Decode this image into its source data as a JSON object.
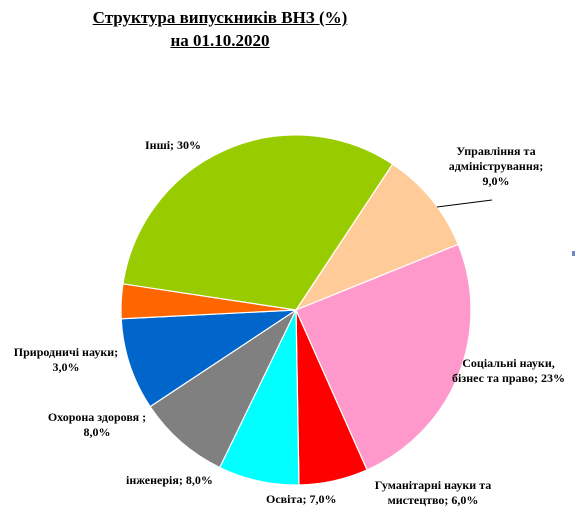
{
  "chart_data": {
    "type": "pie",
    "title": [
      "Структура випускників ВНЗ (%)",
      "на 01.10.2020"
    ],
    "slices": [
      {
        "label": [
          "Управління та",
          "адміністрування;",
          "9,0%"
        ],
        "value": 9.0,
        "color": "#FFCC99"
      },
      {
        "label": [
          "Соціальні науки,",
          "бізнес та право; 23%"
        ],
        "value": 23.0,
        "color": "#FF99CC"
      },
      {
        "label": [
          "Гуманітарні науки та",
          "мистецтво; 6,0%"
        ],
        "value": 6.0,
        "color": "#FF0000"
      },
      {
        "label": [
          "Освіта; 7,0%"
        ],
        "value": 7.0,
        "color": "#00FFFF"
      },
      {
        "label": [
          "інженерія; 8,0%"
        ],
        "value": 8.0,
        "color": "#808080"
      },
      {
        "label": [
          "Охорона здоровя ;",
          "8,0%"
        ],
        "value": 8.0,
        "color": "#0066CC"
      },
      {
        "label": [
          "Природничі науки;",
          "3,0%"
        ],
        "value": 3.0,
        "color": "#FF6600"
      },
      {
        "label": [
          "Інші; 30%"
        ],
        "value": 30.0,
        "color": "#99CC00"
      }
    ]
  }
}
